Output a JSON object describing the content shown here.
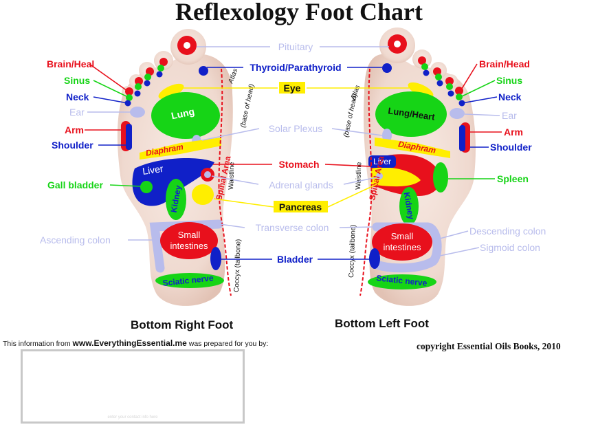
{
  "title": "Reflexology Foot Chart",
  "feet": {
    "right": {
      "caption": "Bottom Right Foot",
      "left_labels": {
        "brain_head": "Brain/Heal",
        "sinus": "Sinus",
        "neck": "Neck",
        "ear": "Ear",
        "arm": "Arm",
        "shoulder": "Shoulder",
        "gall_bladder": "Gall bladder",
        "ascending_colon": "Ascending colon"
      },
      "organs": {
        "lung": "Lung",
        "diaphram": "Diaphram",
        "liver": "Liver",
        "kidney": "Kidney",
        "small_intestines_1": "Small",
        "small_intestines_2": "intestines",
        "sciatic_nerve": "Sciatic nerve",
        "base_of_head": "(base of head)",
        "atlas": "Atlas",
        "spinal_area": "Spinal Area",
        "waistline": "Waistline",
        "coccyx": "Coccyx (tailbone)"
      }
    },
    "left": {
      "caption": "Bottom Left Foot",
      "right_labels": {
        "brain_head": "Brain/Head",
        "sinus": "Sinus",
        "neck": "Neck",
        "ear": "Ear",
        "arm": "Arm",
        "shoulder": "Shoulder",
        "spleen": "Spleen",
        "descending_colon": "Descending colon",
        "sigmoid_colon": "Sigmoid colon"
      },
      "organs": {
        "lung_heart": "Lung/Heart",
        "diaphram": "Diaphram",
        "liver": "Liver",
        "kidney": "Kidney",
        "small_intestines_1": "Small",
        "small_intestines_2": "intestines",
        "sciatic_nerve": "Sciatic nerve",
        "base_of_head": "(base of head)",
        "atlas": "Atlas",
        "spinal_area": "Spinal Area",
        "waistline": "Waistline",
        "coccyx": "Coccyx (tailbone)"
      }
    }
  },
  "center_labels": {
    "pituitary": "Pituitary",
    "thyroid": "Thyroid/Parathyroid",
    "eye": "Eye",
    "solar_plexus": "Solar Plexus",
    "stomach": "Stomach",
    "adrenal_glands": "Adrenal glands",
    "pancreas": "Pancreas",
    "transverse_colon": "Transverse colon",
    "bladder": "Bladder"
  },
  "footer": {
    "info_prefix": "This information from",
    "website": "www.EverythingEssential.me",
    "info_suffix": "was prepared for you by:",
    "copyright": "copyright Essential Oils Books, 2010",
    "box_note": "enter your contact info here"
  },
  "colors": {
    "red": "#e8101c",
    "green": "#16d416",
    "blue": "#1020c8",
    "yellow": "#ffee00",
    "lavender": "#b8bcec",
    "skin": "#f1ddd4"
  }
}
